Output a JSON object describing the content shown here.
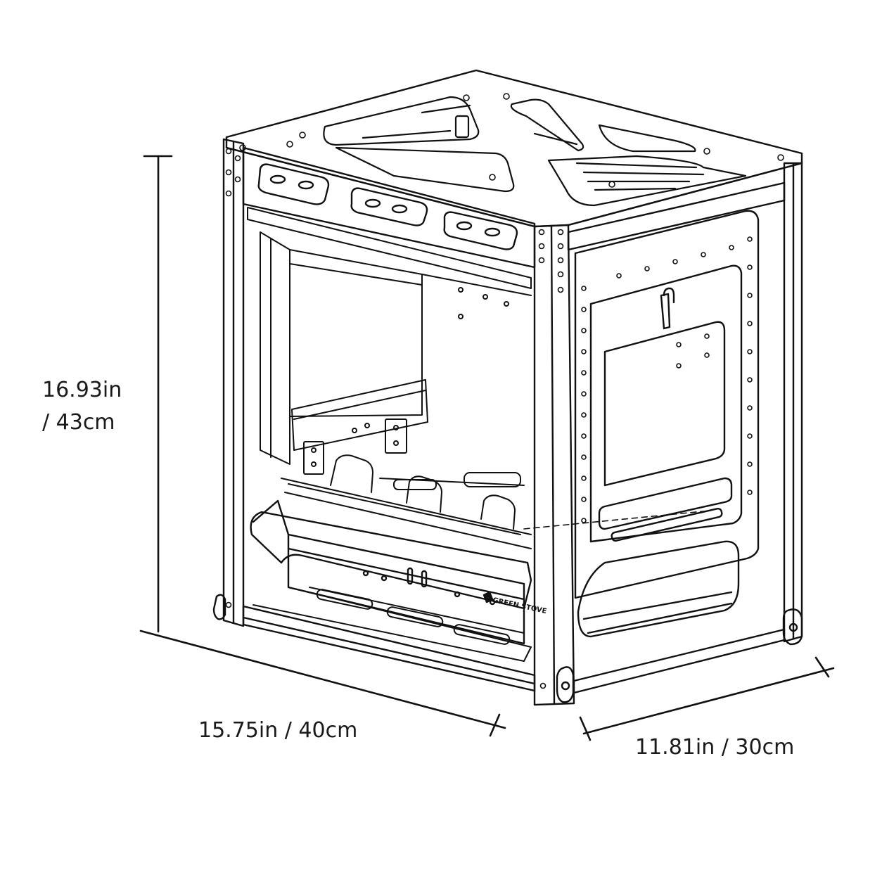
{
  "dimensions": {
    "height": {
      "line1": "16.93in",
      "line2": "/ 43cm"
    },
    "width": "15.75in / 40cm",
    "depth": "11.81in / 30cm"
  },
  "brand": {
    "logo_text": "GREEN STOVE"
  },
  "colors": {
    "line": "#111111",
    "background": "#ffffff"
  }
}
